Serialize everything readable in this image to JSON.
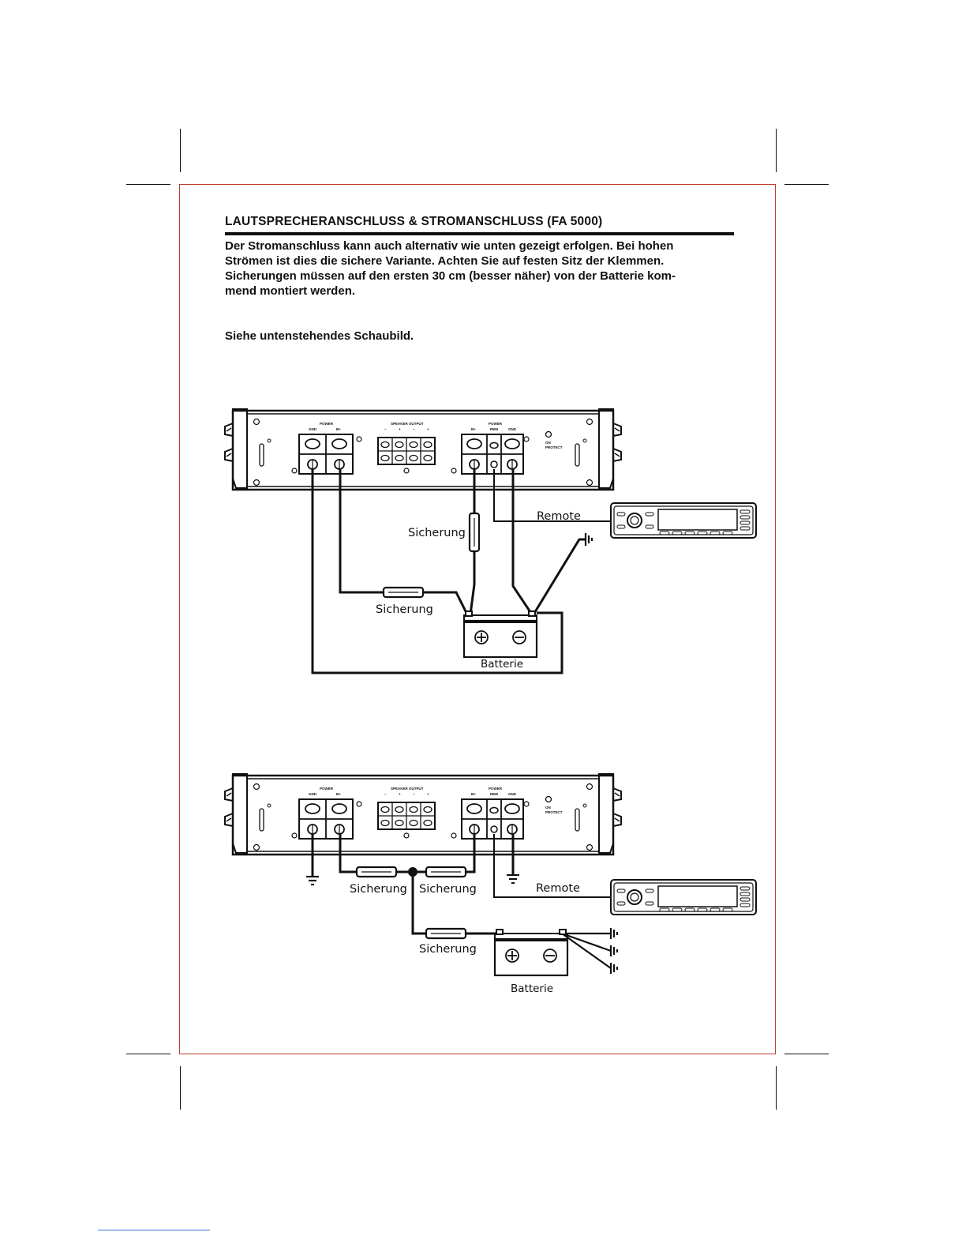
{
  "heading": "LAUTSPRECHERANSCHLUSS & STROMANSCHLUSS (FA 5000)",
  "intro_lines": [
    "Der Stromanschluss kann auch alternativ wie unten gezeigt erfolgen. Bei hohen",
    "Strömen ist dies die sichere Variante. Achten Sie auf festen Sitz der Klemmen.",
    "Sicherungen müssen auf den ersten 30 cm (besser näher) von der Batterie kom-",
    "mend montiert werden."
  ],
  "reference_text": "Siehe untenstehendes Schaubild.",
  "amp_labels": {
    "power": "POWER",
    "gnd": "GND",
    "bplus": "B+",
    "rem": "REM",
    "speaker_output": "SPEAKER OUTPUT",
    "minus": "−",
    "plus": "+",
    "on": "ON",
    "protect": "PROTECT"
  },
  "diagram1": {
    "fuse_label_vertical": "Sicherung",
    "fuse_label_horizontal": "Sicherung",
    "remote_label": "Remote",
    "battery_label": "Batterie"
  },
  "diagram2": {
    "fuse_label_left": "Sicherung",
    "fuse_label_right": "Sicherung",
    "fuse_label_battery": "Sicherung",
    "remote_label": "Remote",
    "battery_label": "Batterie"
  }
}
